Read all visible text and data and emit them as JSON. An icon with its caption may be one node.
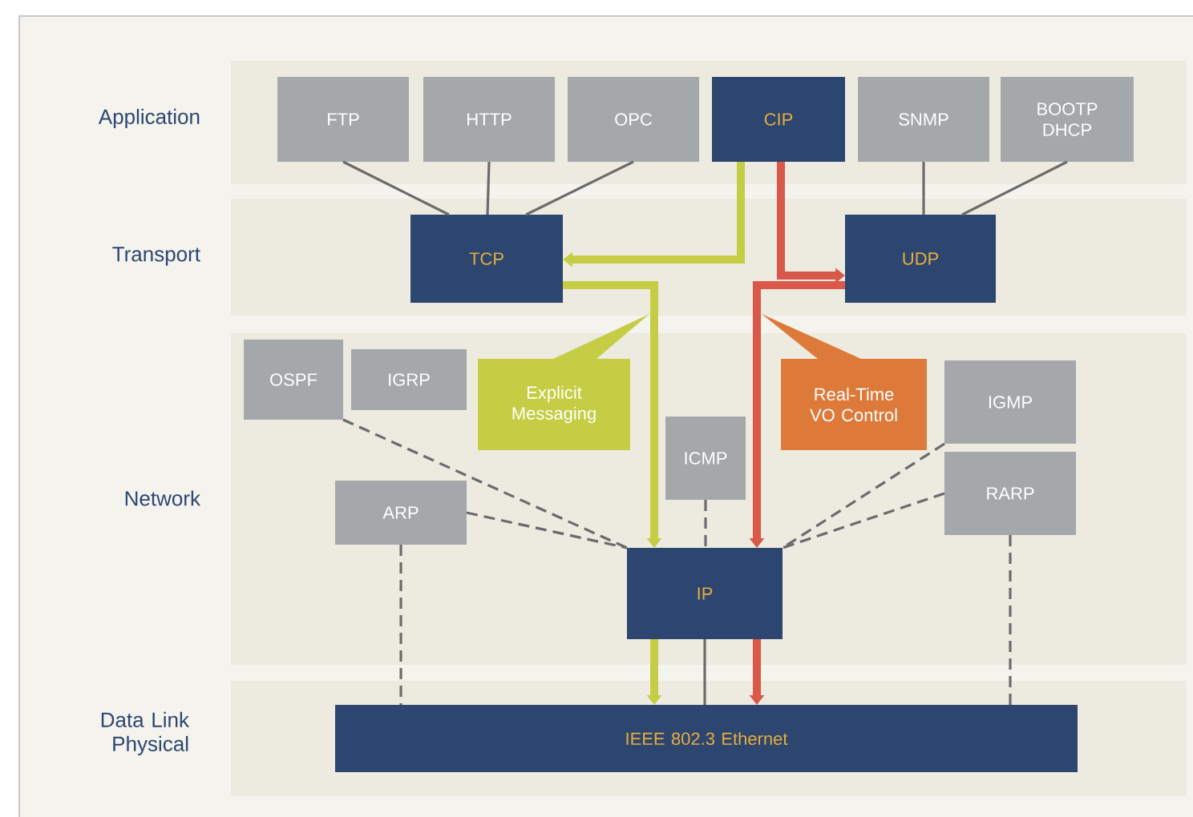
{
  "diagram": {
    "nodes": [
      {
        "text": [
          "Application"
        ]
      },
      {
        "text": [
          "FTP"
        ],
        "in": 0
      },
      {
        "text": [
          "HTTP"
        ],
        "in": 0
      },
      {
        "text": [
          "OPC"
        ],
        "in": 0
      },
      {
        "text": [
          "CIP"
        ],
        "in": 0
      },
      {
        "text": [
          "SNMP"
        ],
        "in": 0
      },
      {
        "text": [
          "BOOTP DHCP"
        ],
        "in": 0
      },
      {
        "text": [
          "Transport"
        ]
      },
      {
        "text": [
          "TCP"
        ],
        "in": 7
      },
      {
        "text": [
          "UDP"
        ],
        "in": 7
      },
      {
        "text": [
          "Network"
        ]
      },
      {
        "text": [
          "OSPF"
        ],
        "in": 10
      },
      {
        "text": [
          "IGRP"
        ],
        "in": 10
      },
      {
        "text": [
          "Explicit Messaging"
        ],
        "in": 10
      },
      {
        "text": [
          "ICMP"
        ],
        "in": 10
      },
      {
        "text": [
          "Real-Time VO Control"
        ],
        "in": 10
      },
      {
        "text": [
          "IGMP"
        ],
        "in": 10
      },
      {
        "text": [
          "ARP"
        ],
        "in": 10
      },
      {
        "text": [
          "RARP"
        ],
        "in": 10
      },
      {
        "text": [
          "IP"
        ],
        "in": 10
      },
      {
        "text": [
          "Data Link Physical"
        ]
      },
      {
        "text": [
          "IEEE 802.3 Ethernet"
        ],
        "in": 20
      }
    ],
    "edges": [
      {
        "from": 1,
        "to": 8,
        "arrow": "none"
      },
      {
        "from": 2,
        "to": 8,
        "arrow": "none"
      },
      {
        "from": 3,
        "to": 8,
        "arrow": "none"
      },
      {
        "from": 5,
        "to": 9,
        "arrow": "none"
      },
      {
        "from": 6,
        "to": 9,
        "arrow": "none"
      },
      {
        "from": 4,
        "to": 8,
        "arrow": "to",
        "style": "thick",
        "color": "#c5cd45"
      },
      {
        "from": 4,
        "to": 9,
        "arrow": "to",
        "style": "thick",
        "color": "#d9584a"
      },
      {
        "from": 8,
        "to": 19,
        "arrow": "to",
        "style": "thick",
        "color": "#c5cd45"
      },
      {
        "from": 9,
        "to": 19,
        "arrow": "to",
        "style": "thick",
        "color": "#d9584a"
      },
      {
        "from": 11,
        "to": 19,
        "arrow": "none",
        "style": "dashed"
      },
      {
        "from": 17,
        "to": 19,
        "arrow": "none",
        "style": "dashed"
      },
      {
        "from": 14,
        "to": 19,
        "arrow": "none",
        "style": "dashed"
      },
      {
        "from": 16,
        "to": 19,
        "arrow": "none",
        "style": "dashed"
      },
      {
        "from": 18,
        "to": 19,
        "arrow": "none",
        "style": "dashed"
      },
      {
        "from": 17,
        "to": 21,
        "arrow": "none",
        "style": "dashed"
      },
      {
        "from": 18,
        "to": 21,
        "arrow": "none",
        "style": "dashed"
      },
      {
        "from": 19,
        "to": 21,
        "arrow": "to",
        "style": "thick",
        "color": "#c5cd45"
      },
      {
        "from": 19,
        "to": 21,
        "arrow": "none"
      },
      {
        "from": 19,
        "to": 21,
        "arrow": "to",
        "style": "thick",
        "color": "#d9584a"
      }
    ]
  }
}
